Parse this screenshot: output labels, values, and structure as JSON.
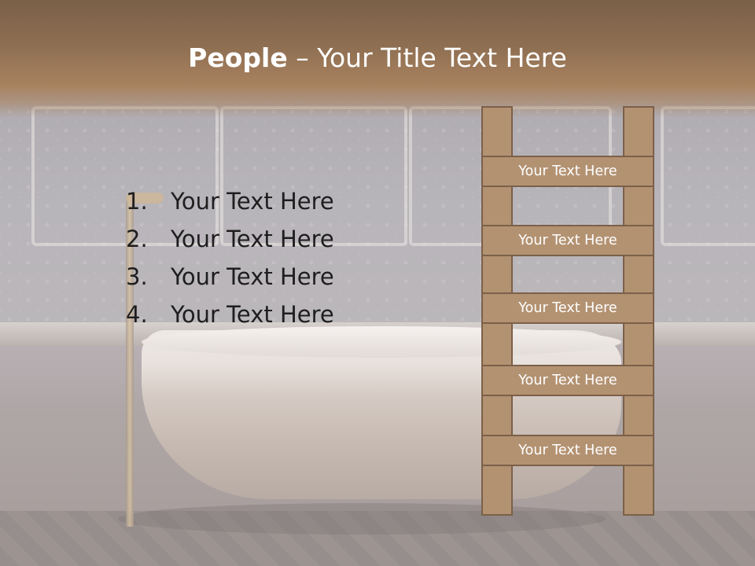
{
  "title": {
    "bold": "People",
    "rest": " – Your Title Text Here"
  },
  "list": [
    {
      "number": "1.",
      "text": "Your Text Here"
    },
    {
      "number": "2.",
      "text": "Your Text Here"
    },
    {
      "number": "3.",
      "text": "Your Text Here"
    },
    {
      "number": "4.",
      "text": "Your Text Here"
    }
  ],
  "ladder": {
    "rungs": [
      "Your Text Here",
      "Your Text Here",
      "Your Text Here",
      "Your Text Here",
      "Your Text Here"
    ]
  },
  "colors": {
    "header": "#8f6f52",
    "ladder_fill": "#b39272",
    "ladder_border": "#7b6049",
    "body_text": "#1e1e1e"
  }
}
